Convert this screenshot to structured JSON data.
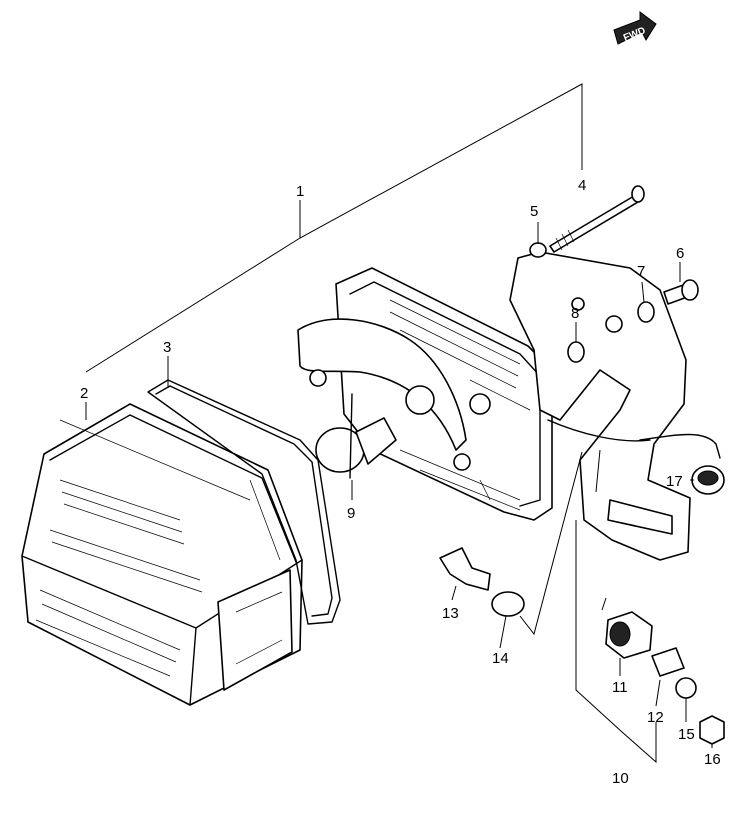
{
  "badge": {
    "label": "FWD"
  },
  "callouts": [
    {
      "id": "1",
      "label": "1"
    },
    {
      "id": "2",
      "label": "2"
    },
    {
      "id": "3",
      "label": "3"
    },
    {
      "id": "4",
      "label": "4"
    },
    {
      "id": "5",
      "label": "5"
    },
    {
      "id": "6",
      "label": "6"
    },
    {
      "id": "7",
      "label": "7"
    },
    {
      "id": "8",
      "label": "8"
    },
    {
      "id": "9",
      "label": "9"
    },
    {
      "id": "10",
      "label": "10"
    },
    {
      "id": "11",
      "label": "11"
    },
    {
      "id": "12",
      "label": "12"
    },
    {
      "id": "13",
      "label": "13"
    },
    {
      "id": "14",
      "label": "14"
    },
    {
      "id": "15",
      "label": "15"
    },
    {
      "id": "16",
      "label": "16"
    },
    {
      "id": "17",
      "label": "17"
    }
  ]
}
